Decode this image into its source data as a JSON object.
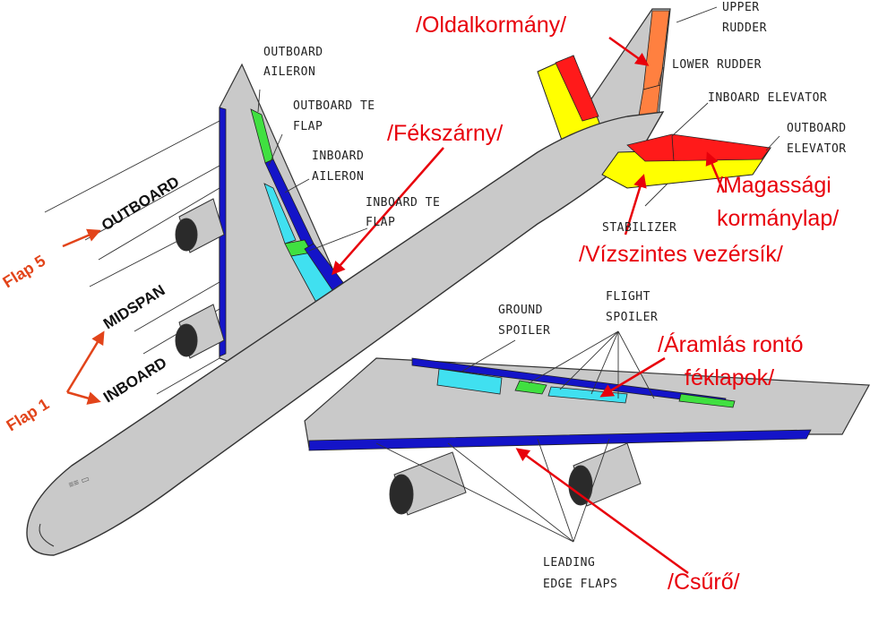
{
  "labels": {
    "upper_rudder": [
      "UPPER",
      "RUDDER"
    ],
    "lower_rudder": "LOWER RUDDER",
    "inboard_elevator": "INBOARD ELEVATOR",
    "outboard_elevator": [
      "OUTBOARD",
      "ELEVATOR"
    ],
    "stabilizer": "STABILIZER",
    "outboard_aileron": [
      "OUTBOARD",
      "AILERON"
    ],
    "outboard_te_flap": [
      "OUTBOARD TE",
      "FLAP"
    ],
    "inboard_aileron": [
      "INBOARD",
      "AILERON"
    ],
    "inboard_te_flap": [
      "INBOARD TE",
      "FLAP"
    ],
    "ground_spoiler": [
      "GROUND",
      "SPOILER"
    ],
    "flight_spoiler": [
      "FLIGHT",
      "SPOILER"
    ],
    "leading_edge_flaps": [
      "LEADING",
      "EDGE FLAPS"
    ]
  },
  "translations": {
    "rudder": "/Oldalkormány/",
    "flap": "/Fékszárny/",
    "elevator": [
      "/Magassági",
      "kormánylap/"
    ],
    "stabilizer": "/Vízszintes vezérsík/",
    "spoilers": [
      "/Áramlás rontó",
      "féklapok/"
    ],
    "slats": "/Csűrő/"
  },
  "zones": {
    "outboard": "OUTBOARD",
    "midspan": "MIDSPAN",
    "inboard": "INBOARD"
  },
  "flaps": {
    "flap5": "Flap 5",
    "flap1": "Flap 1"
  },
  "colors": {
    "fuselage": "#c9c9c9",
    "outline": "#333333",
    "blue_surface": "#1414c8",
    "cyan_surface": "#40e0f0",
    "green_surface": "#40e040",
    "yellow_surface": "#ffff00",
    "red_surface": "#ff1a1a",
    "orange_surface": "#ff8040",
    "annotation_red": "#e8000b",
    "flap_orange": "#e2441a"
  }
}
